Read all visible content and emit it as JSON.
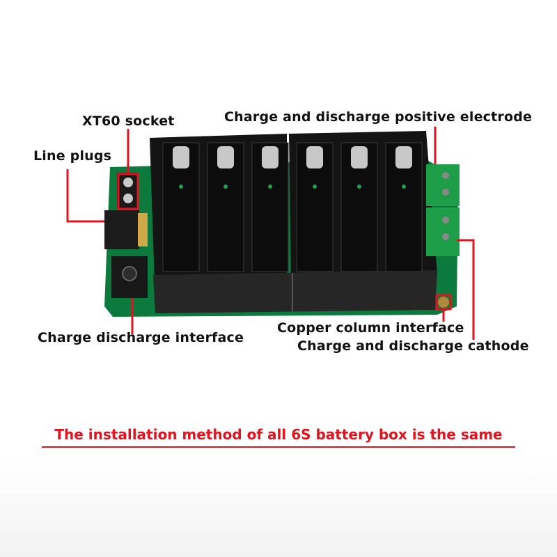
{
  "labels": {
    "xt60_socket": "XT60 socket",
    "line_plugs": "Line plugs",
    "positive_electrode": "Charge and discharge positive electrode",
    "charge_discharge_interface": "Charge discharge interface",
    "copper_column_interface": "Copper column interface",
    "cathode": "Charge and discharge cathode"
  },
  "note": "The installation method of all 6S battery box is the same",
  "colors": {
    "pcb_green": "#0b7a3c",
    "holder_black": "#141414",
    "terminal_green": "#1f9e4a",
    "callout_red": "#e0141e",
    "note_red": "#e0141e"
  },
  "cell_slots": 6
}
